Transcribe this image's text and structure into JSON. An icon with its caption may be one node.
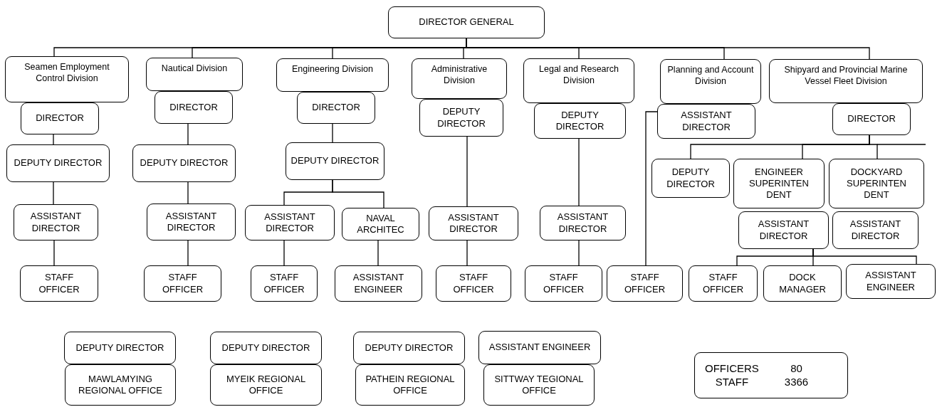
{
  "diagram": {
    "nodes": [
      {
        "text": [
          "DIRECTOR GENERAL"
        ]
      },
      {
        "text": [
          "Seamen Employment Control Division"
        ]
      },
      {
        "text": [
          "DIRECTOR"
        ]
      },
      {
        "text": [
          "DEPUTY DIRECTOR"
        ]
      },
      {
        "text": [
          "ASSISTANT DIRECTOR"
        ]
      },
      {
        "text": [
          "STAFF OFFICER"
        ]
      },
      {
        "text": [
          "Nautical Division"
        ]
      },
      {
        "text": [
          "DIRECTOR"
        ]
      },
      {
        "text": [
          "DEPUTY DIRECTOR"
        ]
      },
      {
        "text": [
          "ASSISTANT DIRECTOR"
        ]
      },
      {
        "text": [
          "STAFF OFFICER"
        ]
      },
      {
        "text": [
          "Engineering Division"
        ]
      },
      {
        "text": [
          "DIRECTOR"
        ]
      },
      {
        "text": [
          "DEPUTY DIRECTOR"
        ]
      },
      {
        "text": [
          "ASSISTANT DIRECTOR"
        ]
      },
      {
        "text": [
          "NAVAL ARCHITEC"
        ]
      },
      {
        "text": [
          "STAFF OFFICER"
        ]
      },
      {
        "text": [
          "ASSISTANT ENGINEER"
        ]
      },
      {
        "text": [
          "Administrative Division"
        ]
      },
      {
        "text": [
          "DEPUTY DIRECTOR"
        ]
      },
      {
        "text": [
          "ASSISTANT DIRECTOR"
        ]
      },
      {
        "text": [
          "STAFF OFFICER"
        ]
      },
      {
        "text": [
          "Legal and Research Division"
        ]
      },
      {
        "text": [
          "DEPUTY DIRECTOR"
        ]
      },
      {
        "text": [
          "ASSISTANT DIRECTOR"
        ]
      },
      {
        "text": [
          "STAFF OFFICER"
        ]
      },
      {
        "text": [
          "Planning and Account Division"
        ]
      },
      {
        "text": [
          "ASSISTANT DIRECTOR"
        ]
      },
      {
        "text": [
          "STAFF OFFICER"
        ]
      },
      {
        "text": [
          "Shipyard and Provincial Marine Vessel Fleet Division"
        ]
      },
      {
        "text": [
          "DIRECTOR"
        ]
      },
      {
        "text": [
          "DEPUTY DIRECTOR"
        ]
      },
      {
        "text": [
          "ENGINEER SUPERINTEN DENT"
        ]
      },
      {
        "text": [
          "DOCKYARD SUPERINTEN DENT"
        ]
      },
      {
        "text": [
          "ASSISTANT DIRECTOR"
        ]
      },
      {
        "text": [
          "ASSISTANT DIRECTOR"
        ]
      },
      {
        "text": [
          "STAFF OFFICER"
        ]
      },
      {
        "text": [
          "DOCK MANAGER"
        ]
      },
      {
        "text": [
          "ASSISTANT ENGINEER"
        ]
      },
      {
        "text": [
          "DEPUTY DIRECTOR"
        ]
      },
      {
        "text": [
          "MAWLAMYING REGIONAL OFFICE"
        ]
      },
      {
        "text": [
          "DEPUTY DIRECTOR"
        ]
      },
      {
        "text": [
          "MYEIK REGIONAL OFFICE"
        ]
      },
      {
        "text": [
          "DEPUTY DIRECTOR"
        ]
      },
      {
        "text": [
          "PATHEIN REGIONAL OFFICE"
        ]
      },
      {
        "text": [
          "ASSISTANT ENGINEER"
        ]
      },
      {
        "text": [
          "SITTWAY TEGIONAL OFFICE"
        ]
      },
      {
        "text": [
          "OFFICERS",
          "80",
          "STAFF",
          "3366"
        ]
      }
    ],
    "edges": [
      {
        "from": 0,
        "to": 1,
        "arrow": "none"
      },
      {
        "from": 0,
        "to": 6,
        "arrow": "none"
      },
      {
        "from": 0,
        "to": 11,
        "arrow": "none"
      },
      {
        "from": 0,
        "to": 18,
        "arrow": "none"
      },
      {
        "from": 0,
        "to": 22,
        "arrow": "none"
      },
      {
        "from": 0,
        "to": 26,
        "arrow": "none"
      },
      {
        "from": 0,
        "to": 29,
        "arrow": "none"
      },
      {
        "from": 2,
        "to": 3,
        "arrow": "none"
      },
      {
        "from": 3,
        "to": 4,
        "arrow": "none"
      },
      {
        "from": 4,
        "to": 5,
        "arrow": "none"
      },
      {
        "from": 7,
        "to": 8,
        "arrow": "none"
      },
      {
        "from": 8,
        "to": 9,
        "arrow": "none"
      },
      {
        "from": 9,
        "to": 10,
        "arrow": "none"
      },
      {
        "from": 12,
        "to": 13,
        "arrow": "none"
      },
      {
        "from": 13,
        "to": 14,
        "arrow": "none"
      },
      {
        "from": 13,
        "to": 15,
        "arrow": "none"
      },
      {
        "from": 14,
        "to": 16,
        "arrow": "none"
      },
      {
        "from": 15,
        "to": 17,
        "arrow": "none"
      },
      {
        "from": 19,
        "to": 20,
        "arrow": "none"
      },
      {
        "from": 20,
        "to": 21,
        "arrow": "none"
      },
      {
        "from": 23,
        "to": 24,
        "arrow": "none"
      },
      {
        "from": 24,
        "to": 25,
        "arrow": "none"
      },
      {
        "from": 27,
        "to": 28,
        "arrow": "none"
      },
      {
        "from": 30,
        "to": 31,
        "arrow": "none"
      },
      {
        "from": 30,
        "to": 32,
        "arrow": "none"
      },
      {
        "from": 30,
        "to": 33,
        "arrow": "none"
      },
      {
        "from": 34,
        "to": 36,
        "arrow": "none"
      },
      {
        "from": 34,
        "to": 37,
        "arrow": "none"
      },
      {
        "from": 34,
        "to": 38,
        "arrow": "none"
      }
    ]
  }
}
